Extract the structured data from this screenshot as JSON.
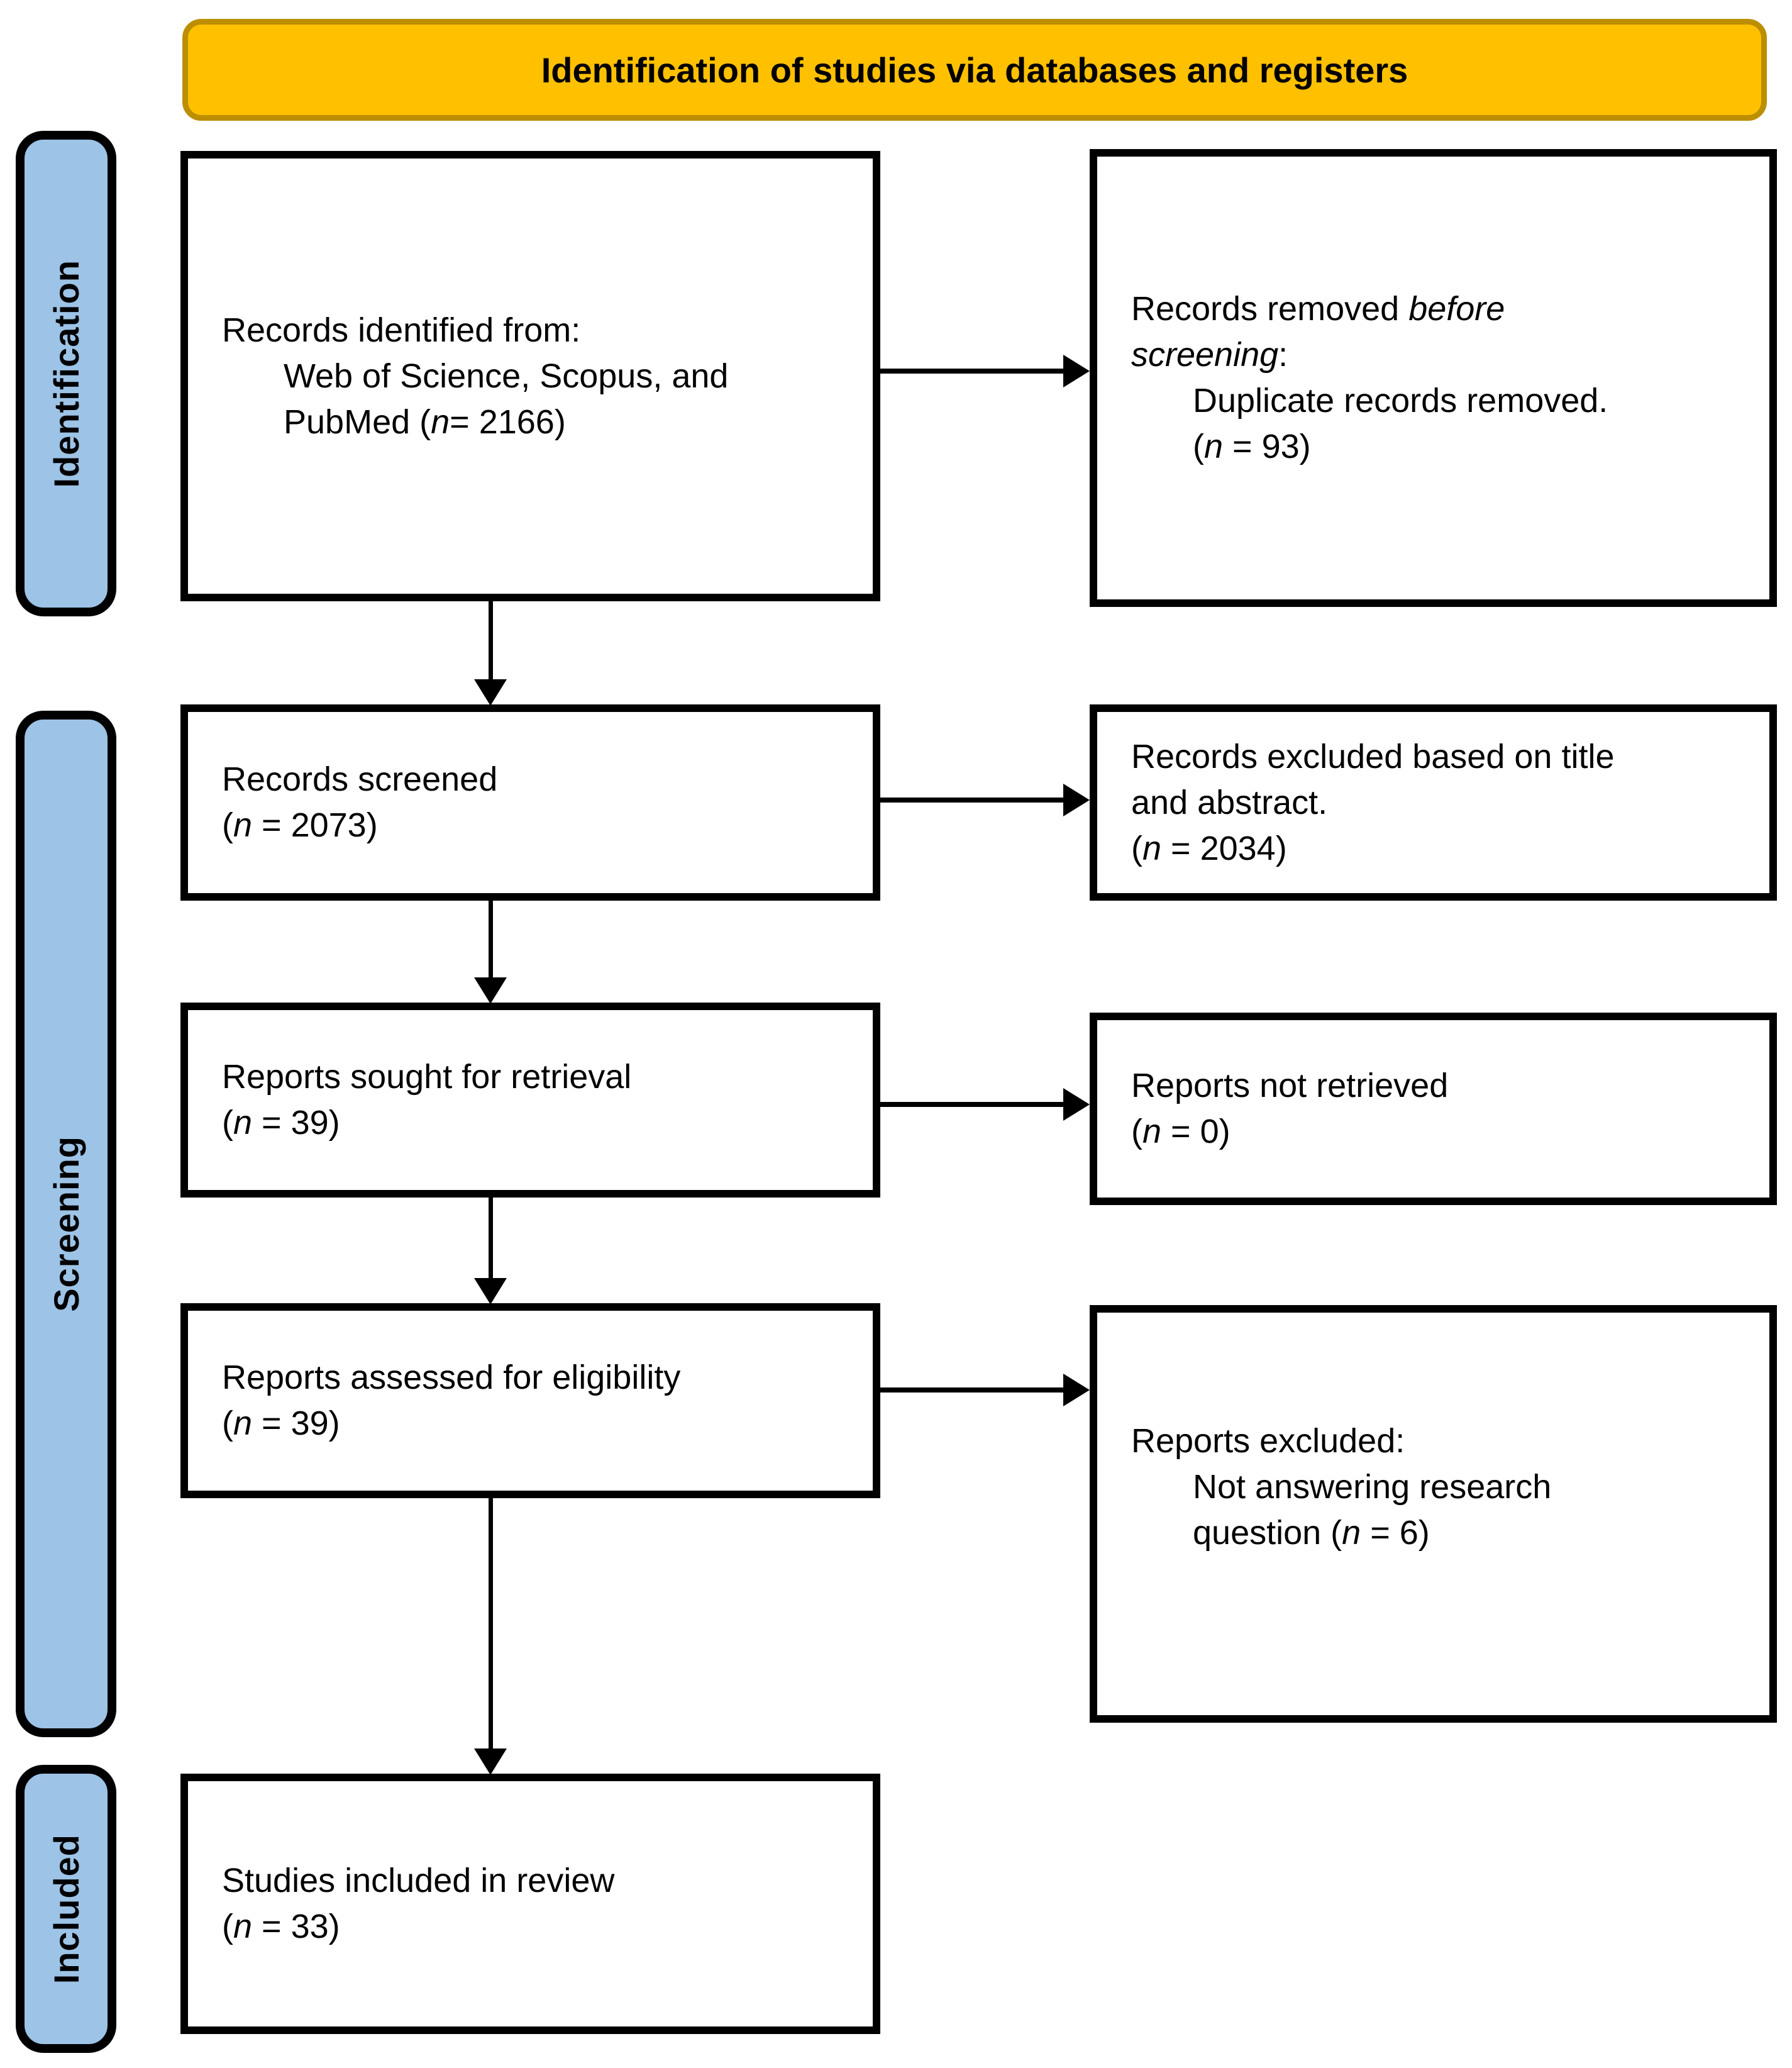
{
  "title_banner": {
    "label": "Identification of studies via databases and registers"
  },
  "colors": {
    "banner_bg": "#FFC000",
    "banner_border": "#BC8E00",
    "sidebar_bg": "#9DC3E6",
    "line": "#000000"
  },
  "sidebar": {
    "items": [
      {
        "label": "Identification"
      },
      {
        "label": "Screening"
      },
      {
        "label": "Included"
      }
    ]
  },
  "boxes": {
    "records_identified": {
      "lines": [
        {
          "indent": 0,
          "segments": [
            {
              "t": "Records identified from:"
            }
          ]
        },
        {
          "indent": 1,
          "segments": [
            {
              "t": "Web of Science, Scopus, and"
            }
          ]
        },
        {
          "indent": 1,
          "segments": [
            {
              "t": "PubMed ("
            },
            {
              "t": "n",
              "i": true
            },
            {
              "t": "= 2166)"
            }
          ]
        }
      ]
    },
    "records_removed": {
      "lines": [
        {
          "indent": 0,
          "segments": [
            {
              "t": "Records removed "
            },
            {
              "t": "before",
              "i": true
            }
          ]
        },
        {
          "indent": 0,
          "segments": [
            {
              "t": "screening",
              "i": true
            },
            {
              "t": ":"
            }
          ]
        },
        {
          "indent": 1,
          "segments": [
            {
              "t": "Duplicate records removed."
            }
          ]
        },
        {
          "indent": 1,
          "segments": [
            {
              "t": "("
            },
            {
              "t": "n",
              "i": true
            },
            {
              "t": " = 93)"
            }
          ]
        }
      ]
    },
    "records_screened": {
      "lines": [
        {
          "indent": 0,
          "segments": [
            {
              "t": "Records screened"
            }
          ]
        },
        {
          "indent": 0,
          "segments": [
            {
              "t": "("
            },
            {
              "t": "n",
              "i": true
            },
            {
              "t": " = 2073)"
            }
          ]
        }
      ]
    },
    "records_excluded": {
      "lines": [
        {
          "indent": 0,
          "segments": [
            {
              "t": "Records excluded based on title"
            }
          ]
        },
        {
          "indent": 0,
          "segments": [
            {
              "t": "and abstract."
            }
          ]
        },
        {
          "indent": 0,
          "segments": [
            {
              "t": "("
            },
            {
              "t": "n",
              "i": true
            },
            {
              "t": " = 2034)"
            }
          ]
        }
      ]
    },
    "reports_sought": {
      "lines": [
        {
          "indent": 0,
          "segments": [
            {
              "t": "Reports sought for retrieval"
            }
          ]
        },
        {
          "indent": 0,
          "segments": [
            {
              "t": "("
            },
            {
              "t": "n",
              "i": true
            },
            {
              "t": " = 39)"
            }
          ]
        }
      ]
    },
    "reports_not_retrieved": {
      "lines": [
        {
          "indent": 0,
          "segments": [
            {
              "t": "Reports not retrieved"
            }
          ]
        },
        {
          "indent": 0,
          "segments": [
            {
              "t": "("
            },
            {
              "t": "n",
              "i": true
            },
            {
              "t": " = 0)"
            }
          ]
        }
      ]
    },
    "reports_assessed": {
      "lines": [
        {
          "indent": 0,
          "segments": [
            {
              "t": "Reports assessed for eligibility"
            }
          ]
        },
        {
          "indent": 0,
          "segments": [
            {
              "t": "("
            },
            {
              "t": "n",
              "i": true
            },
            {
              "t": " = 39)"
            }
          ]
        }
      ]
    },
    "reports_excluded": {
      "lines": [
        {
          "indent": 0,
          "segments": [
            {
              "t": "Reports excluded:"
            }
          ]
        },
        {
          "indent": 1,
          "segments": [
            {
              "t": "Not answering research"
            }
          ]
        },
        {
          "indent": 1,
          "segments": [
            {
              "t": "question ("
            },
            {
              "t": "n",
              "i": true
            },
            {
              "t": " = 6)"
            }
          ]
        }
      ]
    },
    "studies_included": {
      "lines": [
        {
          "indent": 0,
          "segments": [
            {
              "t": "Studies included in review"
            }
          ]
        },
        {
          "indent": 0,
          "segments": [
            {
              "t": "("
            },
            {
              "t": "n",
              "i": true
            },
            {
              "t": " = 33)"
            }
          ]
        }
      ]
    }
  }
}
